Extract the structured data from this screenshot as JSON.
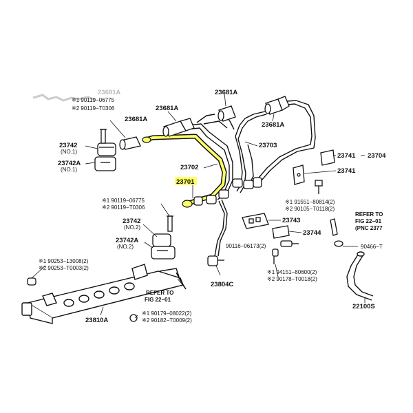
{
  "faded_text": "23681A",
  "callouts": {
    "c23681A_top_left": "23681A",
    "c23681A_top_mid": "23681A",
    "c23681A_top_right": "23681A",
    "c23681A_left": "23681A",
    "c23681A_mid": "23681A",
    "c23742_no1": "23742",
    "no1_a": "(NO.1)",
    "c23742A_no1": "23742A",
    "no1_b": "(NO.1)",
    "c23702": "23702",
    "c23701": "23701",
    "c23703": "23703",
    "c23741_a": "23741",
    "c23741_b": "23741",
    "c23704": "23704",
    "c23742_no2": "23742",
    "no2_a": "(NO.2)",
    "c23742A_no2": "23742A",
    "no2_b": "(NO.2)",
    "c23743": "23743",
    "c23744": "23744",
    "c23804C": "23804C",
    "c23810A": "23810A",
    "c22100S": "22100S"
  },
  "part_numbers": {
    "a1": "※1  90119−06775",
    "a2": "※2  90119−T0306",
    "b1": "※1  90119−06775",
    "b2": "※2  90119−T0306",
    "c1": "※1  91551−80814(2)",
    "c2": "※2  90105−T0118(2)",
    "d1": "90116−06173(2)",
    "e1": "※1  94151−80600(2)",
    "e2": "※2  90178−T0018(2)",
    "f1": "※1  90253−13008(2)",
    "f2": "※2  90253−T0003(2)",
    "g1": "※1  90179−08022(2)",
    "g2": "※2  90182−T0009(2)",
    "h1": "90466−T"
  },
  "refer": {
    "r1_l1": "REFER TO",
    "r1_l2": "FIG 22−01",
    "r1_l3": "(PNC 2377",
    "r2_l1": "REFER TO",
    "r2_l2": "FIG 22−01"
  },
  "colors": {
    "line": "#111111",
    "highlight": "#ffff66"
  }
}
